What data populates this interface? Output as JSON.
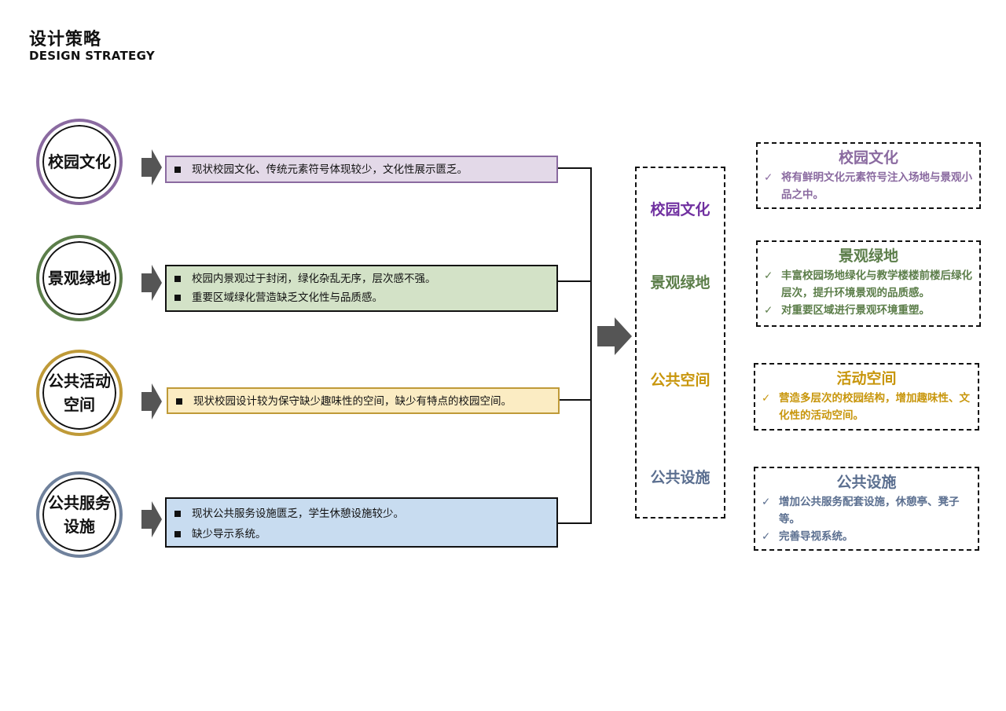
{
  "header": {
    "title_cn": "设计策略",
    "title_en": "DESIGN STRATEGY"
  },
  "colors": {
    "purple": "#8a6aa0",
    "green": "#5c7e4a",
    "gold": "#bf9a38",
    "blue": "#6f819c"
  },
  "categories": [
    {
      "circle_label": "校园文化",
      "issues": [
        "现状校园文化、传统元素符号体现较少，文化性展示匮乏。"
      ]
    },
    {
      "circle_label": "景观绿地",
      "issues": [
        "校园内景观过于封闭，绿化杂乱无序，层次感不强。",
        "重要区域绿化营造缺乏文化性与品质感。"
      ]
    },
    {
      "circle_label_line1": "公共活动",
      "circle_label_line2": "空间",
      "issues": [
        "现状校园设计较为保守缺少趣味性的空间，缺少有特点的校园空间。"
      ]
    },
    {
      "circle_label_line1": "公共服务",
      "circle_label_line2": "设施",
      "issues": [
        "现状公共服务设施匮乏，学生休憩设施较少。",
        "缺少导示系统。"
      ]
    }
  ],
  "middle": {
    "labels": [
      "校园文化",
      "景观绿地",
      "公共空间",
      "公共设施"
    ]
  },
  "goals": [
    {
      "title": "校园文化",
      "items": [
        "将有鲜明文化元素符号注入场地与景观小品之中。"
      ]
    },
    {
      "title": "景观绿地",
      "items": [
        "丰富校园场地绿化与教学楼楼前楼后绿化层次，提升环境景观的品质感。",
        "对重要区域进行景观环境重塑。"
      ]
    },
    {
      "title": "活动空间",
      "items": [
        "营造多层次的校园结构，增加趣味性、文化性的活动空间。"
      ]
    },
    {
      "title": "公共设施",
      "items": [
        "增加公共服务配套设施，休憩亭、凳子等。",
        "完善导视系统。"
      ]
    }
  ],
  "check_mark": "✓"
}
